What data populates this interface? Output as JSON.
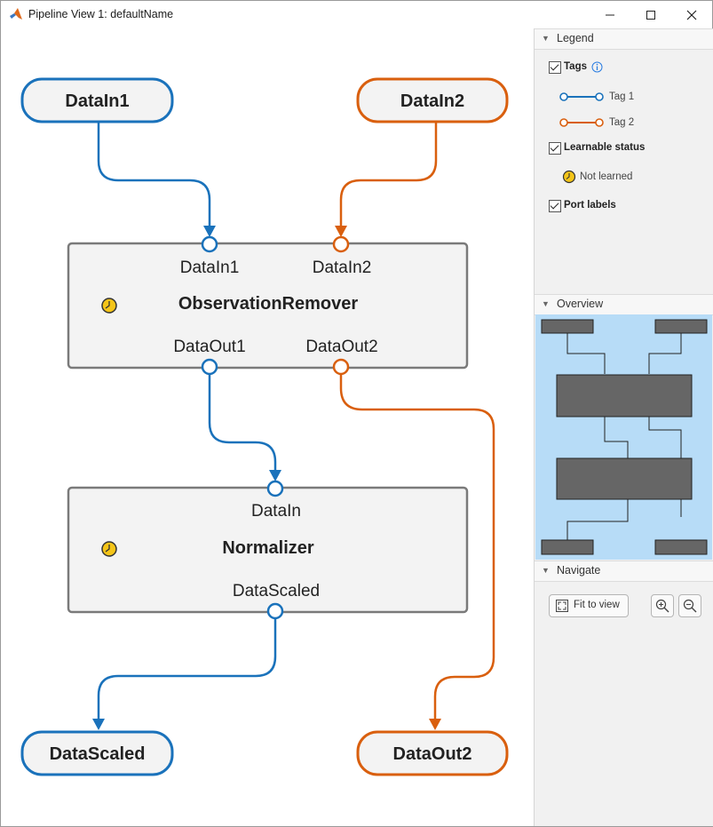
{
  "window": {
    "title": "Pipeline View 1: defaultName",
    "minimize_label": "—",
    "maximize_label": "☐",
    "close_label": "✕"
  },
  "colors": {
    "tag1": "#1a72bb",
    "tag2": "#d95f0e",
    "node_border": "#7a7a7a",
    "node_fill": "#f3f3f3",
    "overview_bg": "#b7dcf7",
    "overview_block": "#666666"
  },
  "graph": {
    "inputs": [
      {
        "label": "DataIn1",
        "tag": "tag1"
      },
      {
        "label": "DataIn2",
        "tag": "tag2"
      }
    ],
    "nodes": [
      {
        "name": "ObservationRemover",
        "status_icon": "not-learned-icon",
        "in_ports": [
          "DataIn1",
          "DataIn2"
        ],
        "out_ports": [
          "DataOut1",
          "DataOut2"
        ]
      },
      {
        "name": "Normalizer",
        "status_icon": "not-learned-icon",
        "in_ports": [
          "DataIn"
        ],
        "out_ports": [
          "DataScaled"
        ]
      }
    ],
    "outputs": [
      {
        "label": "DataScaled",
        "tag": "tag1"
      },
      {
        "label": "DataOut2",
        "tag": "tag2"
      }
    ]
  },
  "legend": {
    "header": "Legend",
    "tags_label": "Tags",
    "tags_checked": true,
    "tag1_label": "Tag 1",
    "tag2_label": "Tag 2",
    "learnable_label": "Learnable status",
    "learnable_checked": true,
    "not_learned_label": "Not learned",
    "port_labels_label": "Port labels",
    "port_labels_checked": true
  },
  "overview": {
    "header": "Overview"
  },
  "navigate": {
    "header": "Navigate",
    "fit_label": "Fit to view",
    "zoom_in_icon": "zoom-in-icon",
    "zoom_out_icon": "zoom-out-icon"
  }
}
